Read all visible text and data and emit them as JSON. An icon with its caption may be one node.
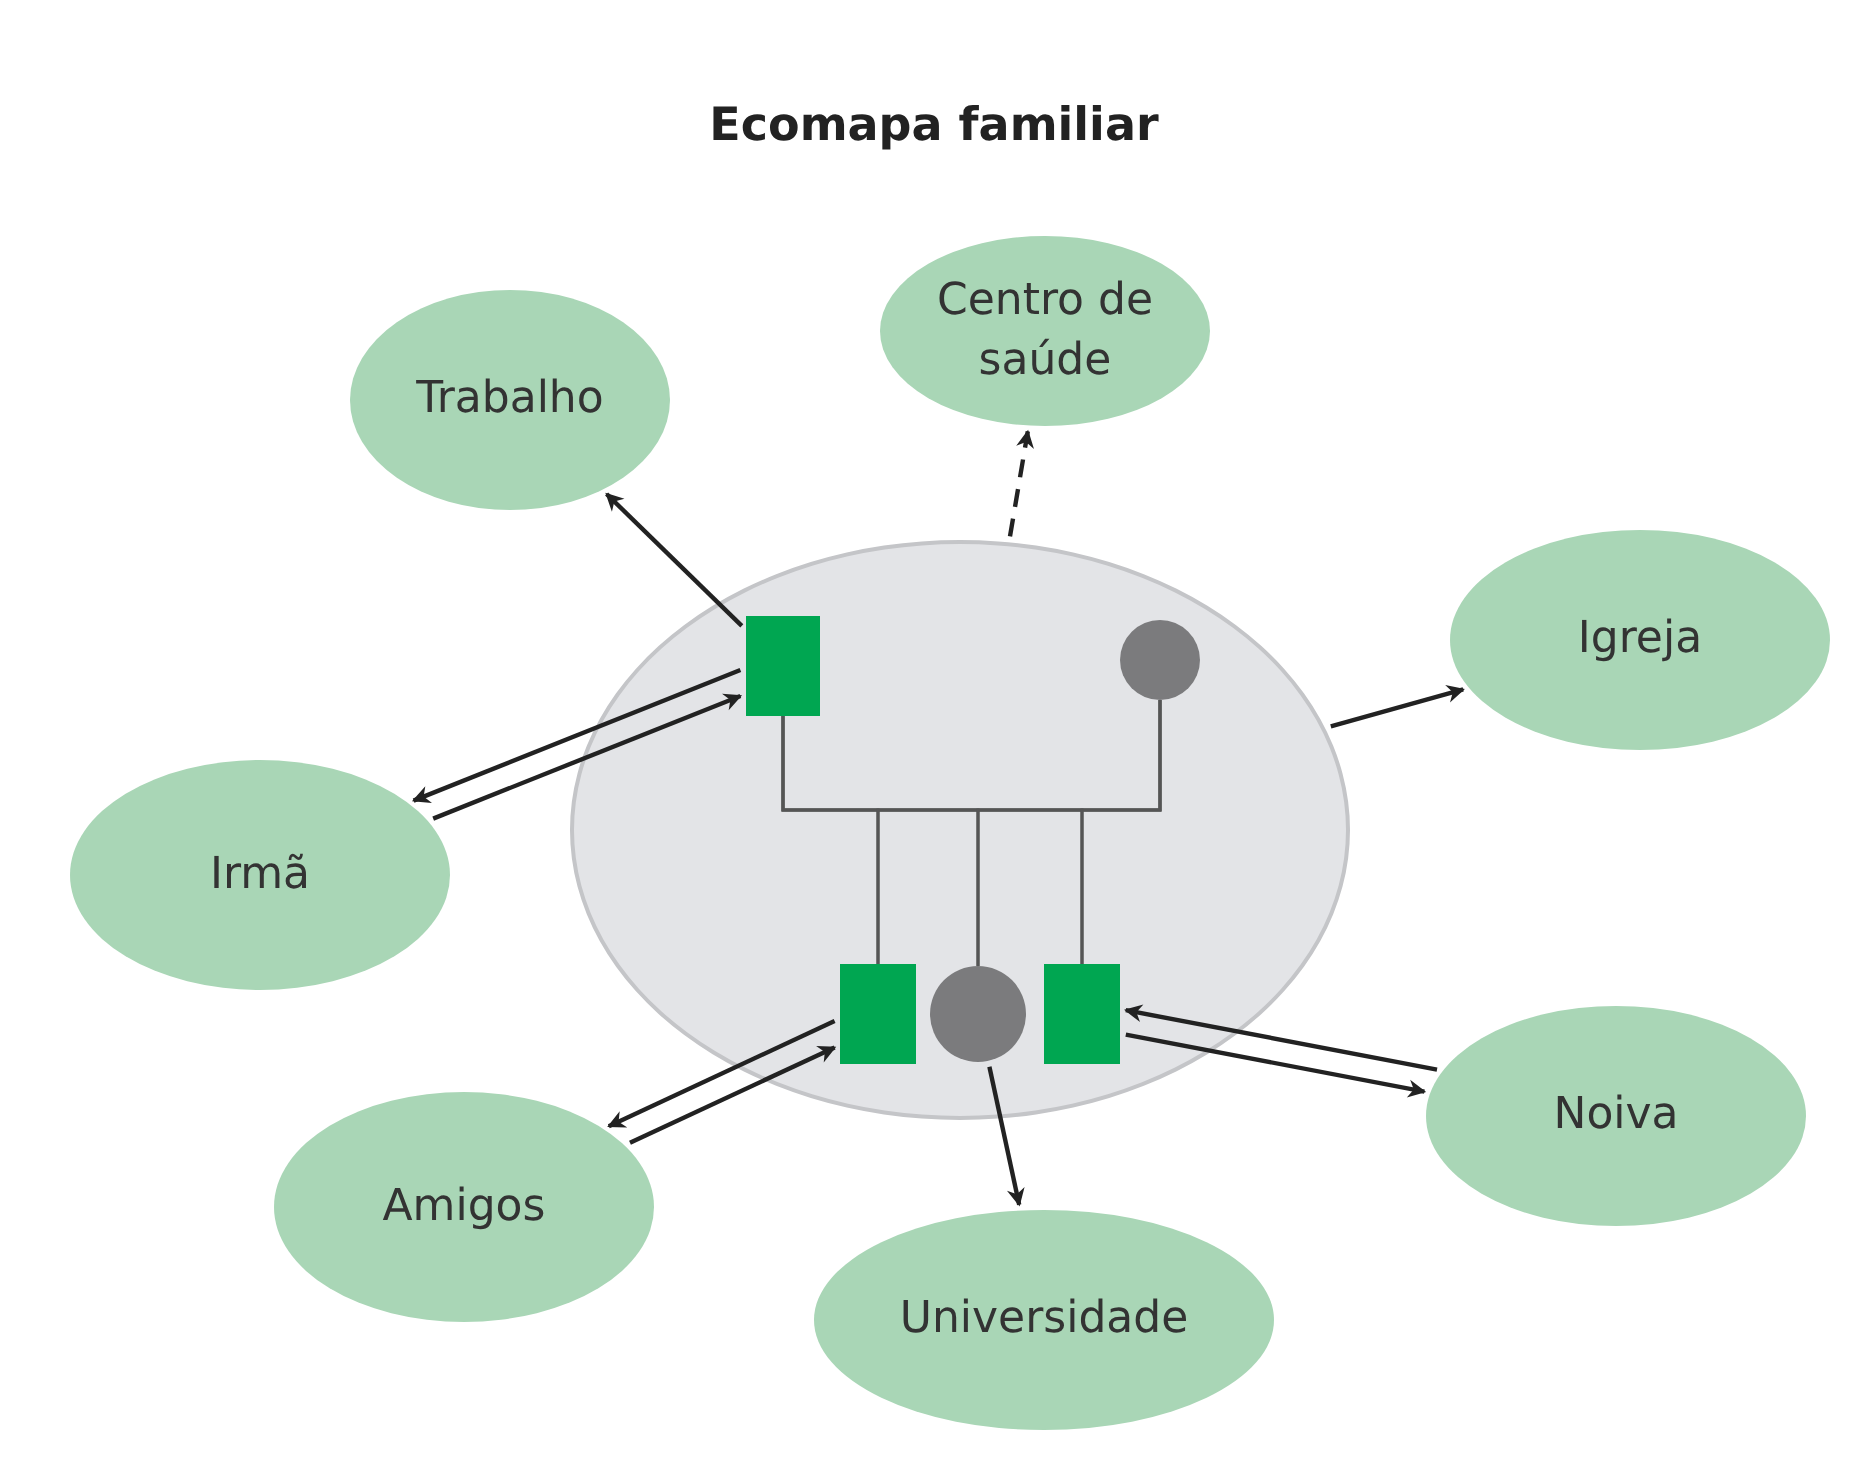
{
  "diagram": {
    "title": "Ecomapa familiar",
    "nodes": [
      {
        "text": [
          "Trabalho"
        ]
      },
      {
        "text": [
          "Centro de saúde"
        ]
      },
      {
        "text": [],
        "shape": "ellipse"
      },
      {
        "text": [],
        "shape": "box",
        "in": 2
      },
      {
        "text": [],
        "shape": "circle",
        "in": 2
      },
      {
        "text": [
          "Igreja"
        ]
      },
      {
        "text": [
          "Irmã"
        ]
      },
      {
        "text": [],
        "shape": "box",
        "in": 2
      },
      {
        "text": [],
        "shape": "circle",
        "in": 2
      },
      {
        "text": [],
        "shape": "box",
        "in": 2
      },
      {
        "text": [
          "Noiva"
        ]
      },
      {
        "text": [
          "Amigos"
        ]
      },
      {
        "text": [
          "Universidade"
        ]
      }
    ],
    "edges": [
      {
        "from": 3,
        "to": 0,
        "arrow": "to"
      },
      {
        "from": 2,
        "to": 1,
        "arrow": "to",
        "style": "dashed"
      },
      {
        "from": 2,
        "to": 5,
        "arrow": "to"
      },
      {
        "from": 6,
        "to": 3,
        "arrow": "to"
      },
      {
        "from": 3,
        "to": 6,
        "arrow": "to"
      },
      {
        "from": 11,
        "to": 7,
        "arrow": "to"
      },
      {
        "from": 7,
        "to": 11,
        "arrow": "to"
      },
      {
        "from": 8,
        "to": 12,
        "arrow": "to"
      },
      {
        "from": 10,
        "to": 9,
        "arrow": "to"
      },
      {
        "from": 9,
        "to": 10,
        "arrow": "to"
      },
      {
        "from": 3,
        "to": 7,
        "arrow": "none",
        "color": "#555555"
      },
      {
        "from": 3,
        "to": 8,
        "arrow": "none",
        "color": "#555555"
      },
      {
        "from": 3,
        "to": 9,
        "arrow": "none",
        "color": "#555555"
      },
      {
        "from": 4,
        "to": 7,
        "arrow": "none",
        "color": "#555555"
      },
      {
        "from": 4,
        "to": 8,
        "arrow": "none",
        "color": "#555555"
      },
      {
        "from": 4,
        "to": 9,
        "arrow": "none",
        "color": "#555555"
      }
    ]
  }
}
